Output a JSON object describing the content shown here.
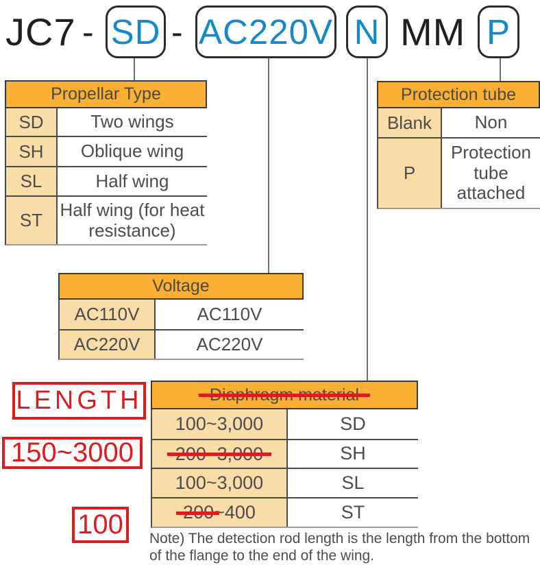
{
  "model_code": {
    "parts": [
      {
        "text": "JC7"
      },
      {
        "text": "-"
      },
      {
        "text": "SD"
      },
      {
        "text": "-"
      },
      {
        "text": "AC220V"
      },
      {
        "text": "N"
      },
      {
        "text": "MM"
      },
      {
        "text": "P"
      }
    ]
  },
  "tables": {
    "propellar": {
      "title": "Propellar Type",
      "rows": [
        {
          "code": "SD",
          "desc": "Two wings"
        },
        {
          "code": "SH",
          "desc": "Oblique wing"
        },
        {
          "code": "SL",
          "desc": "Half wing"
        },
        {
          "code": "ST",
          "desc": "Half wing (for heat resistance)"
        }
      ]
    },
    "protection": {
      "title": "Protection tube",
      "rows": [
        {
          "code": "Blank",
          "desc": "Non"
        },
        {
          "code": "P",
          "desc": "Protection tube attached"
        }
      ]
    },
    "voltage": {
      "title": "Voltage",
      "rows": [
        {
          "code": "AC110V",
          "desc": "AC110V"
        },
        {
          "code": "AC220V",
          "desc": "AC220V"
        }
      ]
    },
    "diaphragm": {
      "title": "Diaphragm material",
      "title_struck": true,
      "rows": [
        {
          "range": "100~3,000",
          "code": "SD",
          "struck": false
        },
        {
          "range": "200~3,000",
          "code": "SH",
          "struck": true
        },
        {
          "range": "100~3,000",
          "code": "SL",
          "struck": false
        },
        {
          "range_struck": "200",
          "range_rest": "~400",
          "code": "ST",
          "struck": "partial"
        }
      ]
    }
  },
  "annotations": {
    "title_correction": "LENGTH",
    "range_correction": "150~3000",
    "min_correction": "100"
  },
  "note": "Note) The detection rod length is the length from the bottom of the flange to the end of the wing.",
  "colors": {
    "header_orange": "#FBB034",
    "cell_tan": "#FADCA6",
    "code_blue": "#1789C9",
    "annotation_red": "#DE1B1E",
    "text_dark": "#4C4C4E",
    "connector_gray": "#6E6E6E"
  }
}
